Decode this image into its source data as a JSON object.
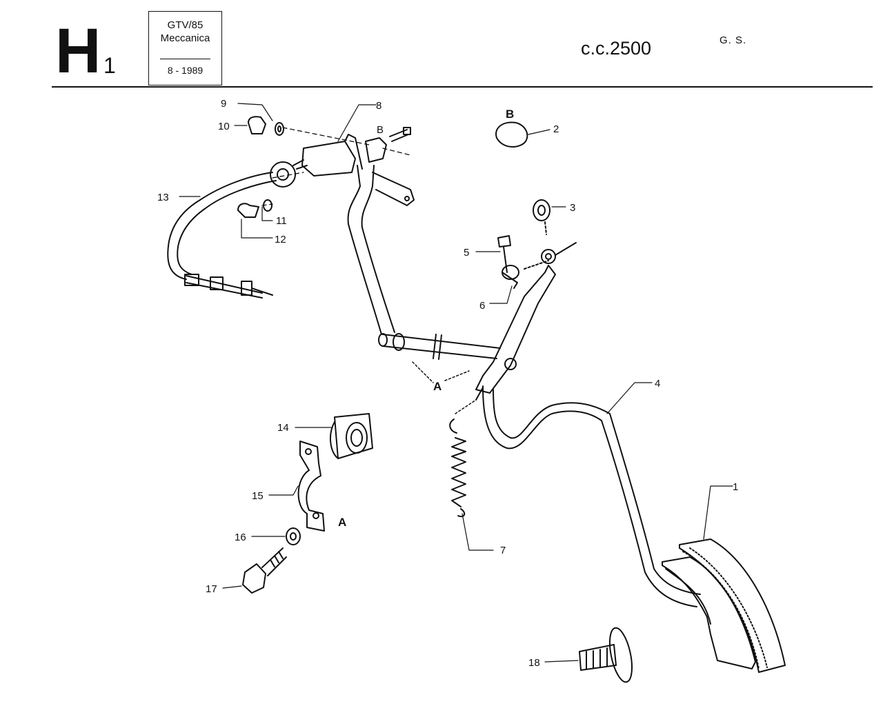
{
  "header": {
    "section_letter": "H",
    "section_number": "1",
    "model": "GTV/85",
    "group": "Meccanica",
    "date": "8 - 1989",
    "engine": "c.c.2500",
    "variant": "G. S."
  },
  "callouts": {
    "c1": "1",
    "c2": "2",
    "c3": "3",
    "c4": "4",
    "c5": "5",
    "c6": "6",
    "c7": "7",
    "c8": "8",
    "c9": "9",
    "c10": "10",
    "c11": "11",
    "c12": "12",
    "c13": "13",
    "c14": "14",
    "c15": "15",
    "c16": "16",
    "c17": "17",
    "c18": "18"
  },
  "detail_labels": {
    "a_main": "A",
    "a_detail": "A",
    "b_main": "B",
    "b_detail": "B"
  }
}
